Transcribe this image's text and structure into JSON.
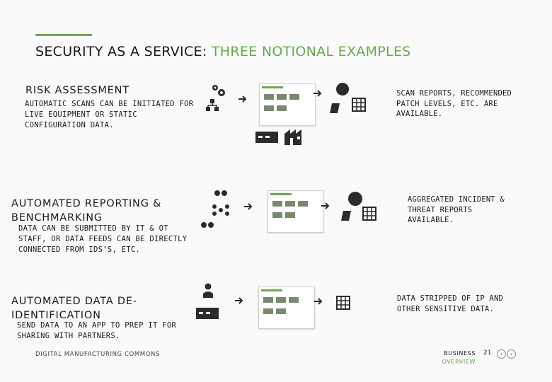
{
  "title": {
    "main": "SECURITY AS A SERVICE: ",
    "accent": "THREE NOTIONAL EXAMPLES"
  },
  "sections": [
    {
      "title": "RISK ASSESSMENT",
      "body": "AUTOMATIC SCANS CAN BE INITIATED FOR LIVE EQUIPMENT OR STATIC CONFIGURATION DATA.",
      "result": "SCAN REPORTS, RECOMMENDED PATCH LEVELS, ETC. ARE AVAILABLE."
    },
    {
      "title": "AUTOMATED REPORTING & BENCHMARKING",
      "body": "DATA CAN BE SUBMITTED BY IT & OT STAFF, OR DATA FEEDS CAN BE DIRECTLY CONNECTED FROM IDS’S, ETC.",
      "result": "AGGREGATED INCIDENT & THREAT REPORTS AVAILABLE."
    },
    {
      "title": "AUTOMATED DATA DE-IDENTIFICATION",
      "body": "SEND DATA TO AN APP TO PREP IT FOR SHARING WITH PARTNERS.",
      "result": "DATA STRIPPED OF IP AND OTHER SENSITIVE DATA."
    }
  ],
  "footer": {
    "org": "DIGITAL MANUFACTURING COMMONS",
    "business": "BUSINESS",
    "overview": "OVERVIEW",
    "page": "21"
  },
  "colors": {
    "accent": "#6aa84f",
    "text": "#1a1a1a"
  },
  "icons": [
    "gears-icon",
    "network-icon",
    "screwdriver-icon",
    "server-icon",
    "factory-icon",
    "arrow-right-icon",
    "app-screen-icon",
    "person-icon",
    "document-icon",
    "spreadsheet-icon",
    "cloud-icon",
    "circuit-icon"
  ]
}
